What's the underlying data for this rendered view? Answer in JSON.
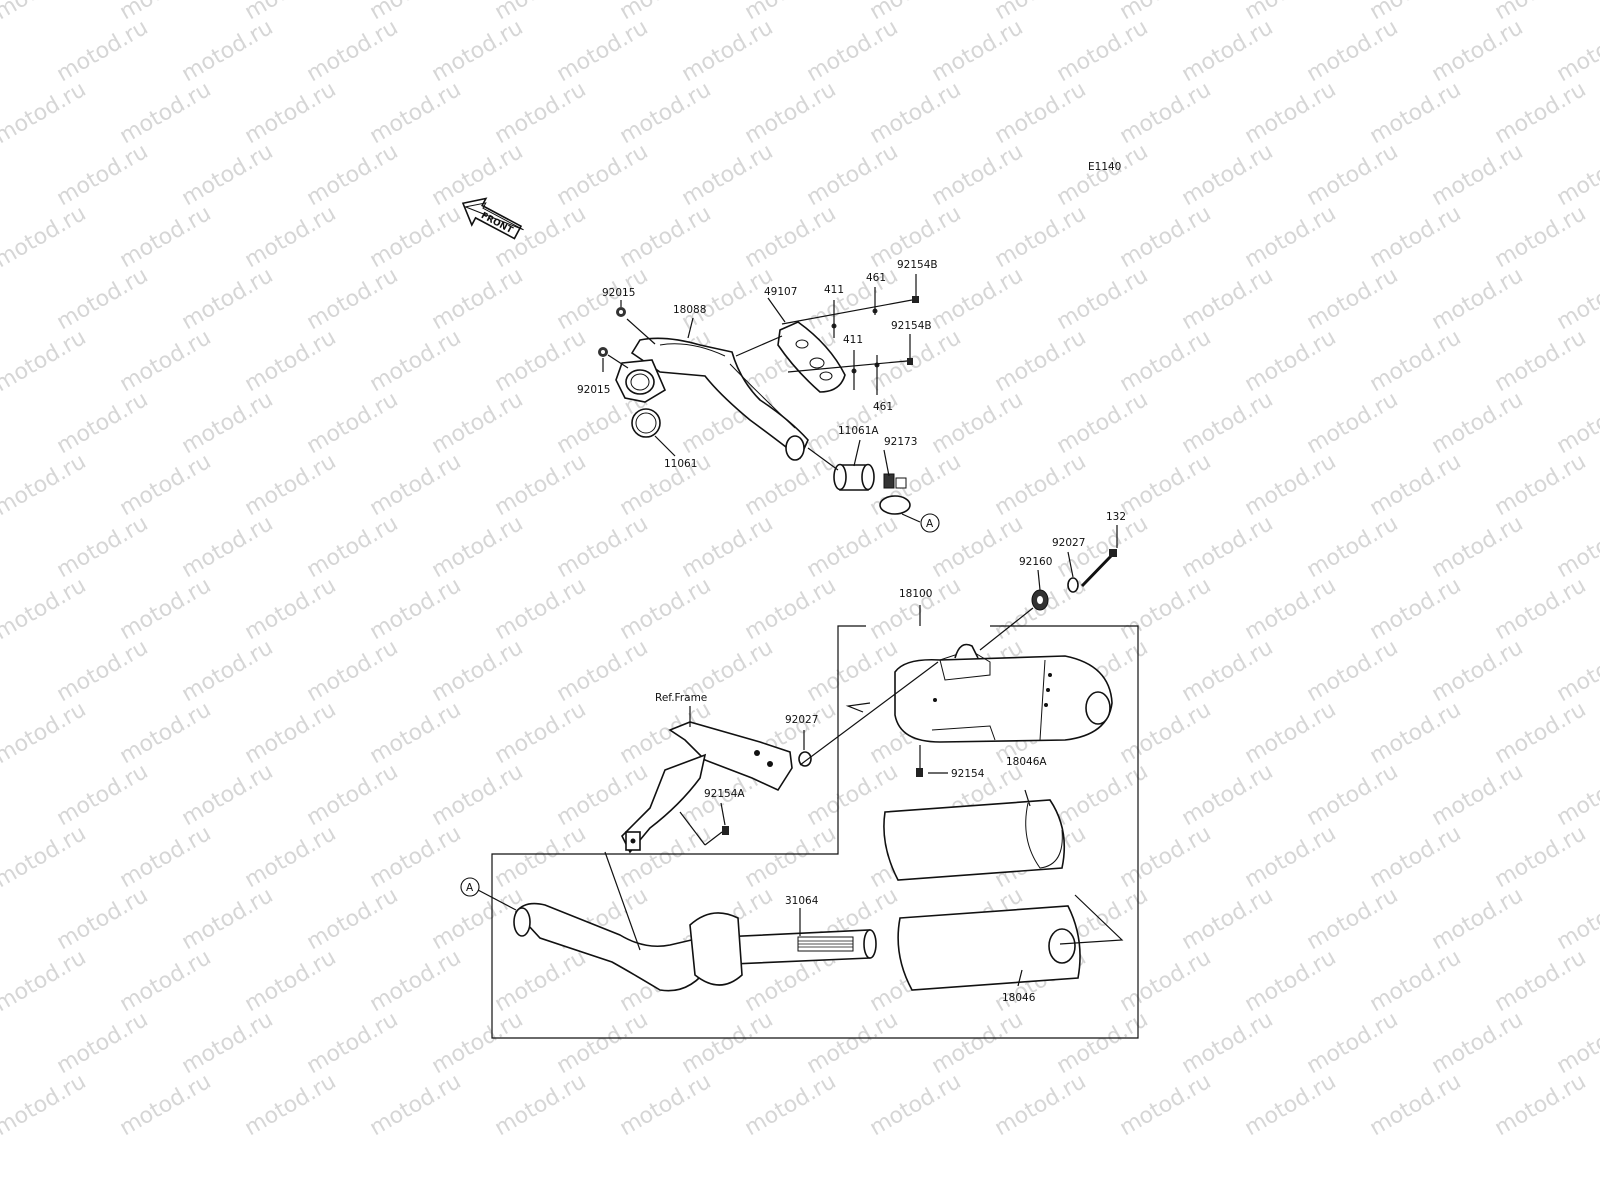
{
  "diagram_code": "E1140",
  "front_label": "FRONT",
  "ref_frame_label": "Ref.Frame",
  "callout_letter": "A",
  "watermark_text": "motod.ru",
  "parts": {
    "p92015_top": "92015",
    "p92015_left": "92015",
    "p18088": "18088",
    "p49107": "49107",
    "p411_top": "411",
    "p461_top": "461",
    "p92154B_top": "92154B",
    "p411_bottom": "411",
    "p92154B_bottom": "92154B",
    "p461_bottom": "461",
    "p11061": "11061",
    "p11061A": "11061A",
    "p92173": "92173",
    "p132": "132",
    "p92027_right": "92027",
    "p92160": "92160",
    "p18100": "18100",
    "p92027_left": "92027",
    "p92154": "92154",
    "p18046A": "18046A",
    "p92154A": "92154A",
    "p31064": "31064",
    "p18046": "18046"
  }
}
